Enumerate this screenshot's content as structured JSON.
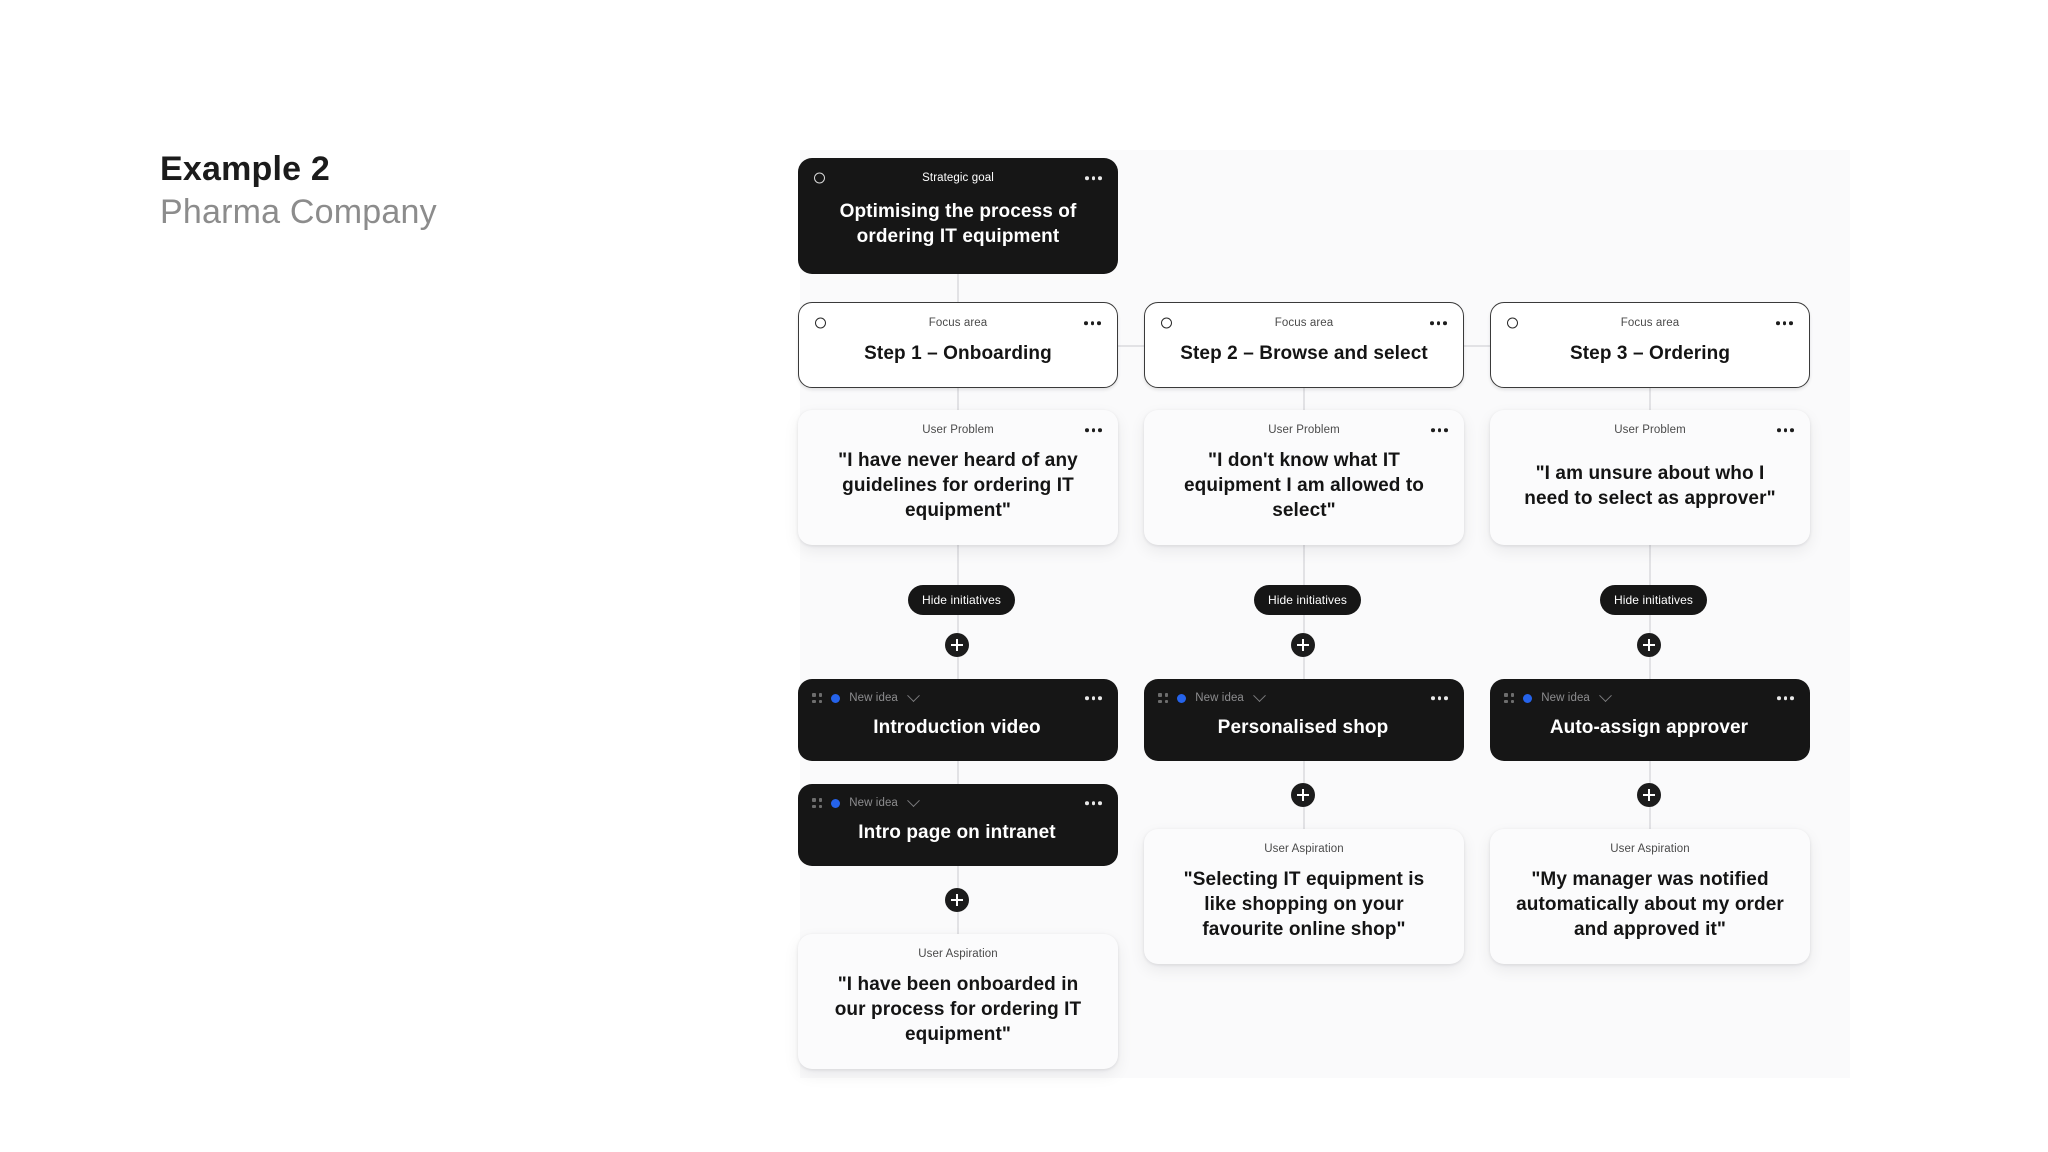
{
  "heading": {
    "line1": "Example 2",
    "line2": "Pharma Company"
  },
  "colors": {
    "dark_card": "#161616",
    "idea_status_dot": "#2563EB",
    "connector": "#e2e2e5",
    "canvas": "#fafafb",
    "heading_primary": "#1b1b1b",
    "heading_secondary": "#8c8c8c"
  },
  "icons": {
    "circle": "circle-icon",
    "dots": "more-options-icon",
    "drag": "drag-handle-icon",
    "chevron": "chevron-down-icon",
    "plus": "plus-icon"
  },
  "strategic_goal": {
    "kicker": "Strategic goal",
    "title": "Optimising the process of ordering IT equipment"
  },
  "columns": [
    {
      "focus_area": {
        "kicker": "Focus area",
        "title": "Step 1 – Onboarding"
      },
      "user_problem": {
        "kicker": "User Problem",
        "title": "\"I have never heard of any guidelines for ordering IT equipment\""
      },
      "toggle": {
        "label": "Hide initiatives"
      },
      "ideas": [
        {
          "status": "New idea",
          "title": "Introduction video"
        },
        {
          "status": "New idea",
          "title": "Intro page on intranet"
        }
      ],
      "user_aspiration": {
        "kicker": "User Aspiration",
        "title": "\"I have been onboarded in our process for ordering IT equipment\""
      }
    },
    {
      "focus_area": {
        "kicker": "Focus area",
        "title": "Step 2 – Browse and select"
      },
      "user_problem": {
        "kicker": "User Problem",
        "title": "\"I don't know what IT equipment I am allowed to select\""
      },
      "toggle": {
        "label": "Hide initiatives"
      },
      "ideas": [
        {
          "status": "New idea",
          "title": "Personalised shop"
        }
      ],
      "user_aspiration": {
        "kicker": "User Aspiration",
        "title": "\"Selecting IT equipment is like shopping on your favourite online shop\""
      }
    },
    {
      "focus_area": {
        "kicker": "Focus area",
        "title": "Step 3 – Ordering"
      },
      "user_problem": {
        "kicker": "User Problem",
        "title": "\"I am unsure about who I need to select as approver\""
      },
      "toggle": {
        "label": "Hide initiatives"
      },
      "ideas": [
        {
          "status": "New idea",
          "title": "Auto-assign approver"
        }
      ],
      "user_aspiration": {
        "kicker": "User Aspiration",
        "title": "\"My manager was notified automatically about my order and approved it\""
      }
    }
  ]
}
